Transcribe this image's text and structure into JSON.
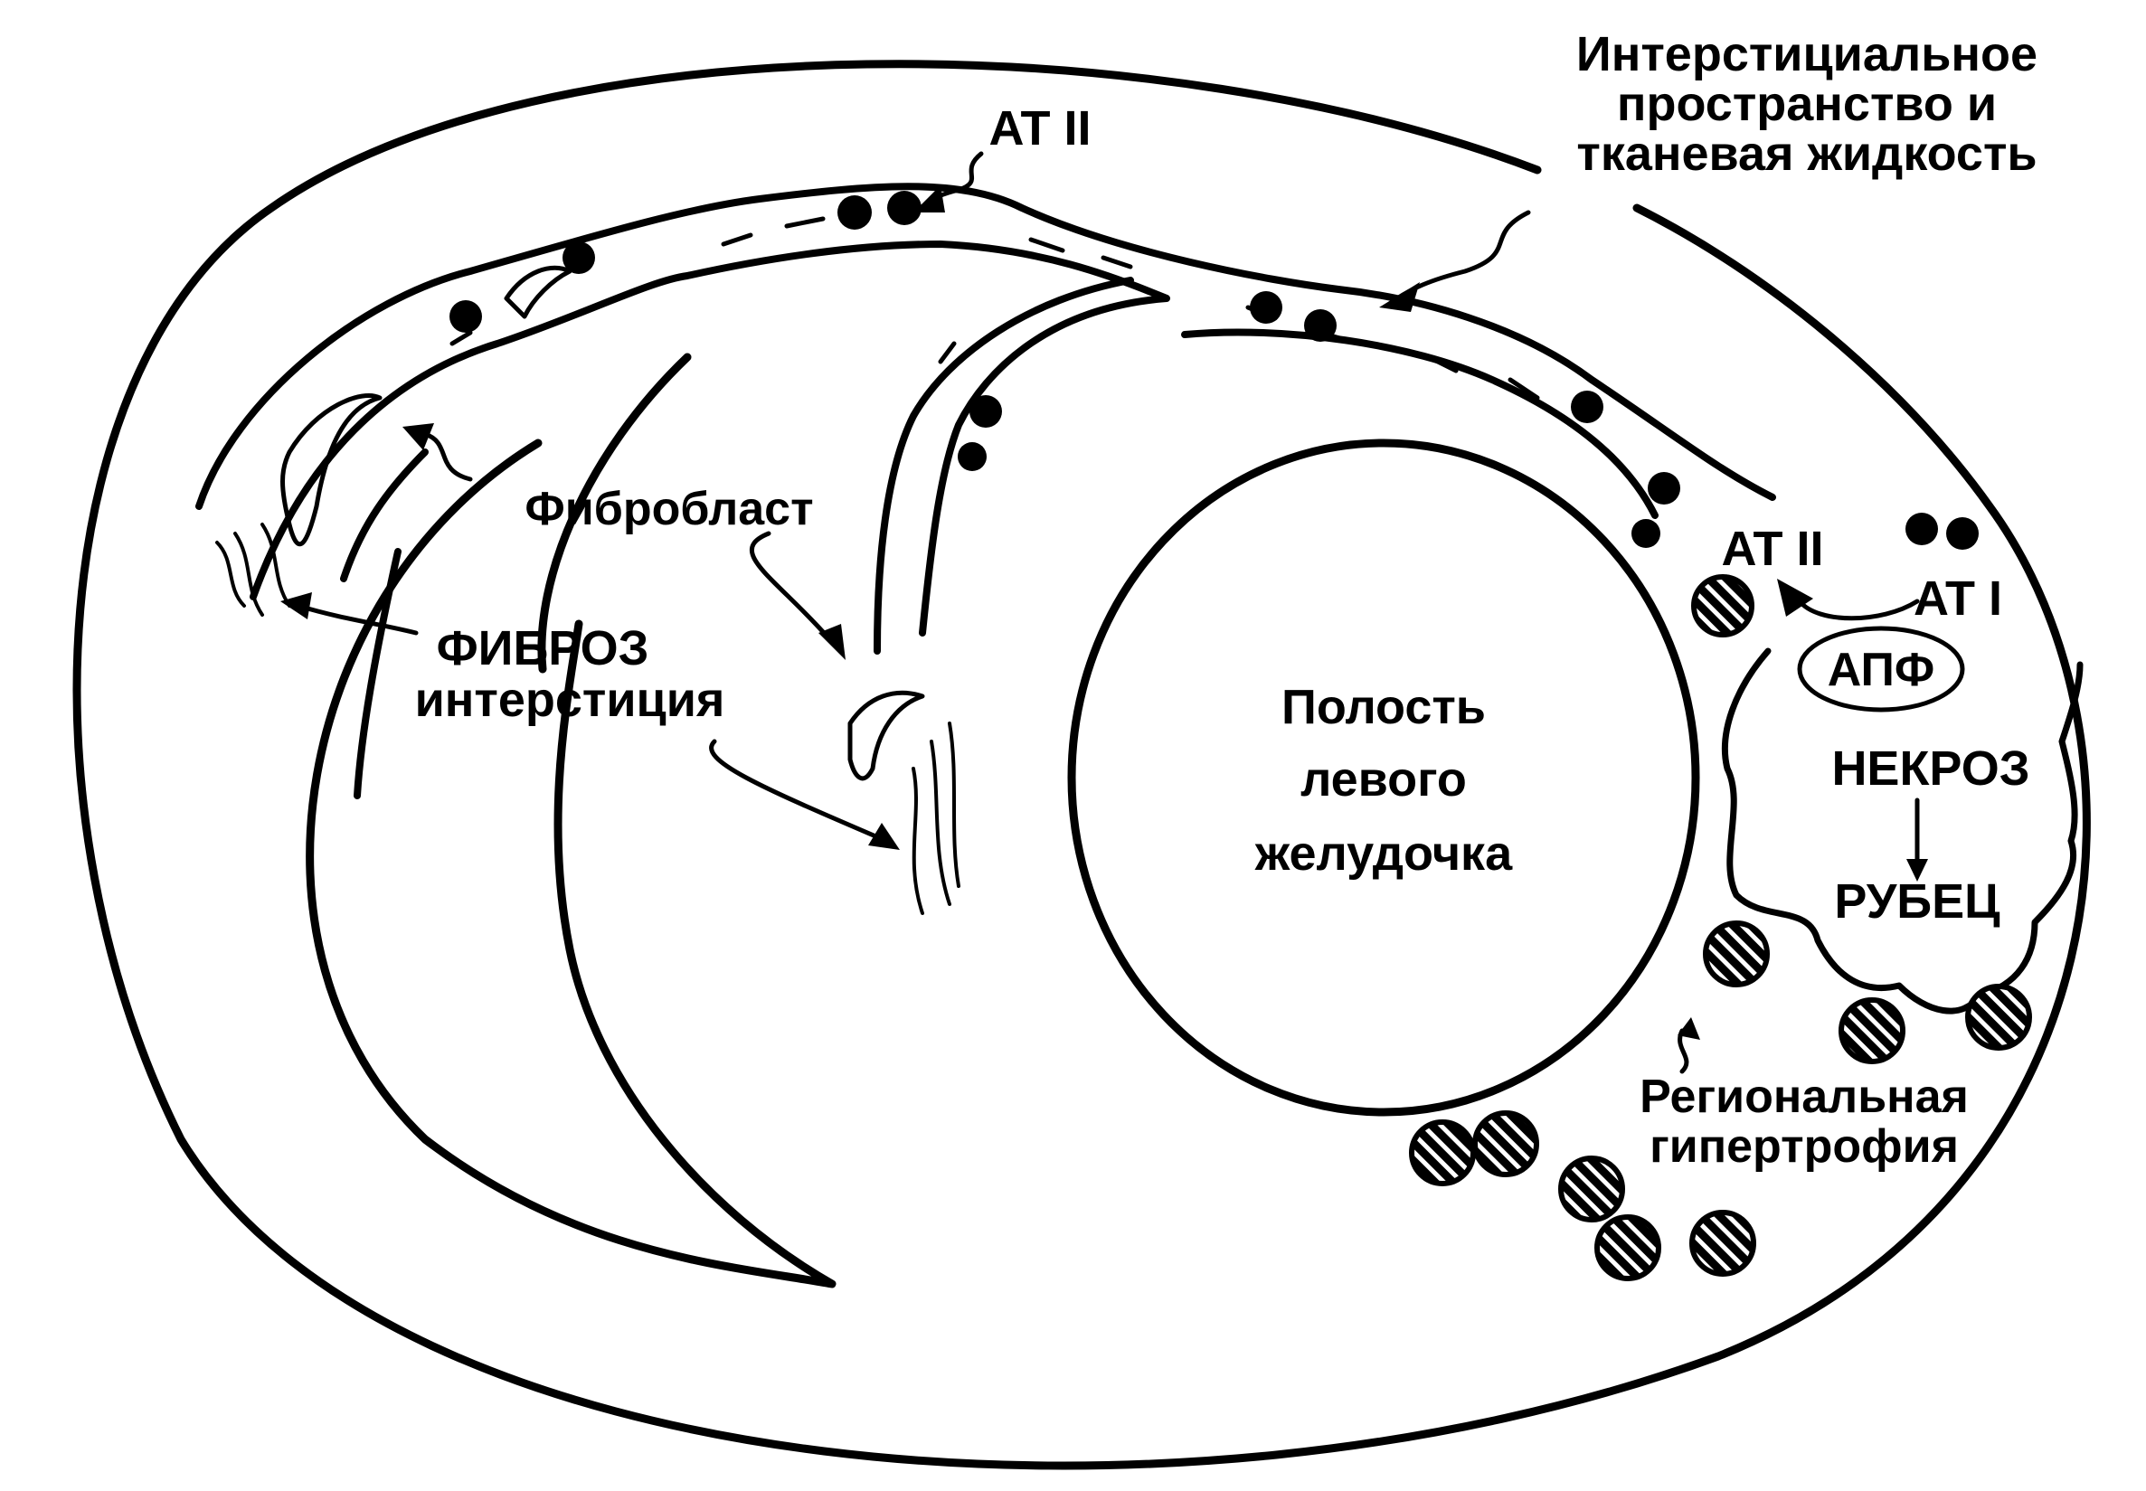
{
  "labels": {
    "interstitial_line1": "Интерстициальное",
    "interstitial_line2": "пространство  и",
    "interstitial_line3": "тканевая  жидкость",
    "at2_top": "AT II",
    "at2_right": "AT II",
    "at1": "AT I",
    "fibroblast": "Фибробласт",
    "fibrosis_line1": "ФИБРОЗ",
    "fibrosis_line2": "интерстиция",
    "cavity_line1": "Полость",
    "cavity_line2": "левого",
    "cavity_line3": "желудочка",
    "ace": "АПФ",
    "necrosis": "НЕКРОЗ",
    "scar": "РУБЕЦ",
    "hypertrophy_line1": "Региональная",
    "hypertrophy_line2": "гипертрофия"
  },
  "colors": {
    "ink": "#000000",
    "background": "#ffffff"
  }
}
